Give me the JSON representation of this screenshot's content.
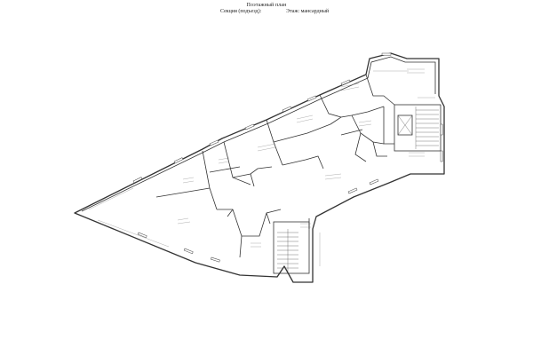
{
  "header": {
    "title": "Поэтажный план",
    "section_label": "Секция (подъезд):",
    "floor_label": "Этаж: мансардный"
  }
}
